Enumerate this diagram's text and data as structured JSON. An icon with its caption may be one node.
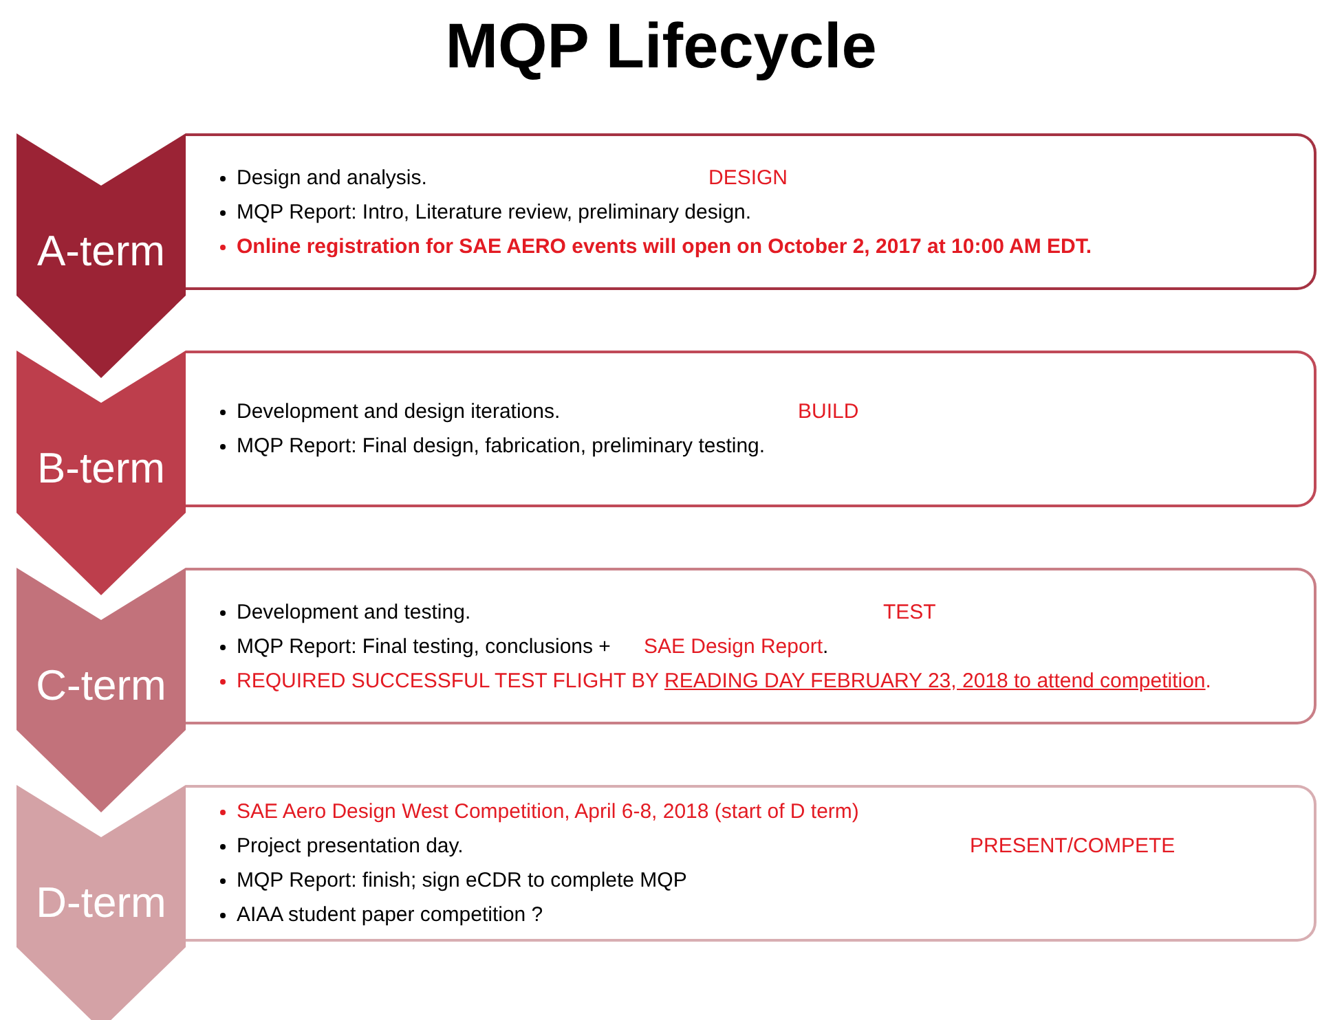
{
  "diagram": {
    "title": "MQP Lifecycle",
    "nodes": [
      {
        "text": [
          "A-term"
        ]
      },
      {
        "text": [
          "Design and analysis.",
          "DESIGN",
          "MQP Report: Intro, Literature review, preliminary design.",
          "Online registration for SAE  AERO events will open on October 2, 2017 at 10:00 AM EDT."
        ]
      },
      {
        "text": [
          "B-term"
        ]
      },
      {
        "text": [
          "Development and design iterations.",
          "BUILD",
          "MQP Report: Final design, fabrication, preliminary testing."
        ]
      },
      {
        "text": [
          "C-term"
        ]
      },
      {
        "text": [
          "Development and testing.",
          "TEST",
          "MQP Report: Final testing, conclusions +",
          "SAE Design Report",
          ".",
          "REQUIRED SUCCESSFUL TEST FLIGHT BY",
          "READING DAY FEBRUARY 23, 2018 to attend competition",
          "."
        ]
      },
      {
        "text": [
          "D-term"
        ]
      },
      {
        "text": [
          "SAE Aero Design West Competition, April 6-8, 2018 (start of D term)",
          "Project presentation day.",
          "PRESENT/COMPETE",
          "MQP Report: finish; sign eCDR to complete MQP",
          "AIAA student paper competition ?"
        ]
      }
    ]
  }
}
